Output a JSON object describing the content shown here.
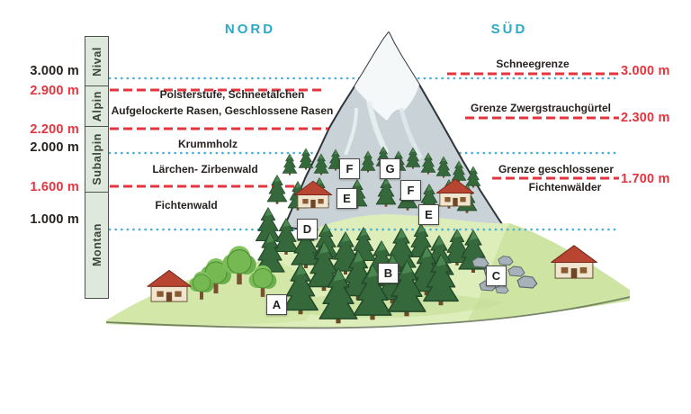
{
  "direction_labels": {
    "north": "NORD",
    "south": "SÜD"
  },
  "zone_bar": {
    "zones": [
      {
        "label": "Nival"
      },
      {
        "label": "Alpin"
      },
      {
        "label": "Subalpin"
      },
      {
        "label": "Montan"
      }
    ]
  },
  "left_axis": {
    "labels": [
      {
        "value": "3.000 m",
        "emphasis": "black"
      },
      {
        "value": "2.900 m",
        "emphasis": "red"
      },
      {
        "value": "2.200 m",
        "emphasis": "red"
      },
      {
        "value": "2.000 m",
        "emphasis": "black"
      },
      {
        "value": "1.600 m",
        "emphasis": "red"
      },
      {
        "value": "1.000 m",
        "emphasis": "black"
      }
    ]
  },
  "right_axis": {
    "labels": [
      {
        "value": "3.000 m"
      },
      {
        "value": "2.300 m"
      },
      {
        "value": "1.700 m"
      }
    ]
  },
  "vegetation_labels": {
    "polsterstufe": "Polsterstufe, Schneetälchen",
    "rasen": "Aufgelockerte Rasen, Geschlossene Rasen",
    "krummholz": "Krummholz",
    "laerchen_zirbenwald": "Lärchen- Zirbenwald",
    "fichtenwald": "Fichtenwald"
  },
  "boundary_labels": {
    "schneegrenze": "Schneegrenze",
    "zwergstrauch": "Grenze Zwergstrauchgürtel",
    "fichtenwaelder_line1": "Grenze geschlossener",
    "fichtenwaelder_line2": "Fichtenwälder"
  },
  "markers": [
    {
      "label": "A"
    },
    {
      "label": "B"
    },
    {
      "label": "C"
    },
    {
      "label": "D"
    },
    {
      "label": "E"
    },
    {
      "label": "E"
    },
    {
      "label": "F"
    },
    {
      "label": "F"
    },
    {
      "label": "G"
    }
  ],
  "colors": {
    "accent_teal": "#2BA9C5",
    "line_red": "#E4353F",
    "line_blue": "#45AFDA",
    "text_dark": "#27221F"
  }
}
